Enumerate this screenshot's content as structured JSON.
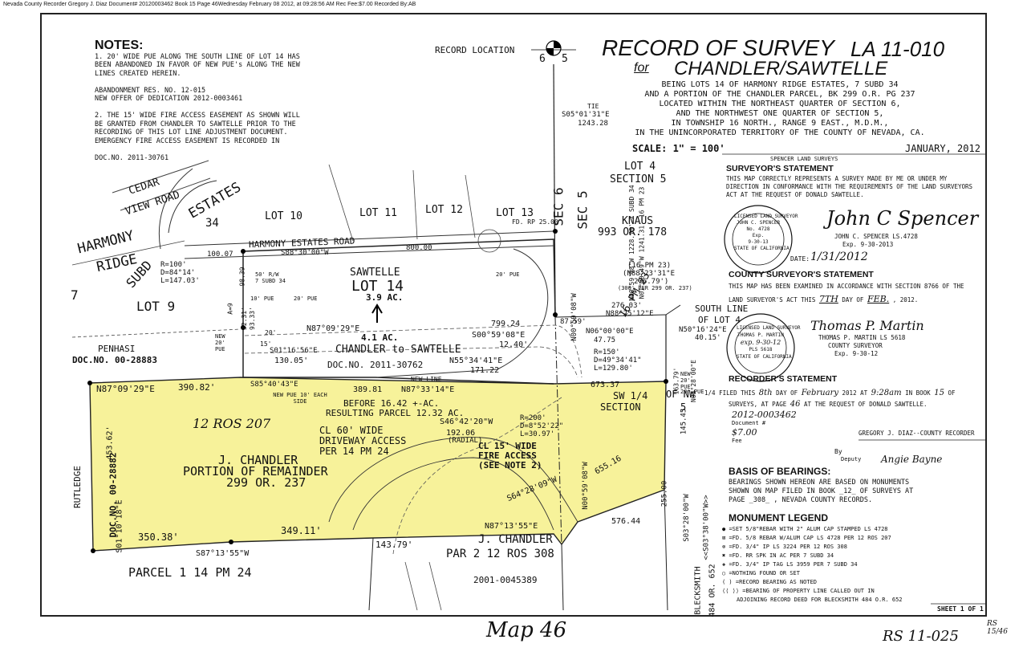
{
  "header_line": "Nevada County Recorder Gregory J. Diaz Document# 20120003462 Book 15 Page 46Wednesday February 08 2012, at 09:28:56 AM Rec Fee:$7.00 Recorded By:AB",
  "notes": {
    "title": "NOTES:",
    "lines": [
      "1. 20' WIDE PUE ALONG THE SOUTH LINE OF LOT 14 HAS",
      "BEEN ABANDONED IN FAVOR OF NEW PUE's ALONG THE NEW",
      "LINES CREATED HEREIN.",
      "",
      "ABANDONMENT RES. NO. 12-015",
      "NEW OFFER OF DEDICATION 2012-0003461",
      "",
      "2. THE 15' WIDE FIRE ACCESS EASEMENT AS SHOWN WILL",
      "BE GRANTED FROM CHANDLER TO SAWTELLE PRIOR TO THE",
      "RECORDING OF THIS LOT LINE ADJUSTMENT DOCUMENT.",
      "EMERGENCY FIRE ACCESS EASEMENT IS RECORDED IN",
      "",
      "DOC.NO. 2011-30761"
    ]
  },
  "record_location": "RECORD LOCATION",
  "sec_corner": [
    "6",
    "5"
  ],
  "title": {
    "main": "RECORD OF SURVEY",
    "code": "LA 11-010",
    "for": "for",
    "names": "CHANDLER/SAWTELLE",
    "desc": [
      "BEING LOTS 14 OF HARMONY RIDGE ESTATES, 7 SUBD 34",
      "AND A PORTION OF THE CHANDLER PARCEL, BK 299 O.R. PG 237",
      "LOCATED WITHIN THE NORTHEAST QUARTER OF SECTION 6,",
      "AND THE NORTHWEST ONE QUARTER OF SECTION 5,",
      "IN TOWNSHIP 16 NORTH., RANGE 9 EAST., M.D.M.,",
      "IN THE UNINCORPORATED TERRITORY OF THE COUNTY OF NEVADA, CA."
    ],
    "scale": "SCALE: 1\" = 100'",
    "date": "JANUARY, 2012",
    "firm": "SPENCER LAND SURVEYS"
  },
  "surveyor": {
    "heading": "SURVEYOR'S STATEMENT",
    "text": [
      "THIS MAP CORRECTLY REPRESENTS A SURVEY MADE BY ME OR UNDER MY",
      "DIRECTION IN CONFORMANCE WITH THE REQUIREMENTS OF THE LAND SURVEYORS",
      "ACT AT THE REQUEST OF DONALD SAWTELLE."
    ],
    "signature": "John C Spencer",
    "name": "JOHN C. SPENCER  LS.4728",
    "exp": "Exp. 9-30-2013",
    "date_label": "DATE:",
    "date_value": "1/31/2012",
    "seal": [
      "LICENSED LAND SURVEYOR",
      "JOHN C. SPENCER",
      "No. 4728",
      "Exp.",
      "9-30-13",
      "STATE OF CALIFORNIA"
    ]
  },
  "county": {
    "heading": "COUNTY SURVEYOR'S STATEMENT",
    "line1": "THIS MAP HAS BEEN EXAMINED IN ACCORDANCE WITH SECTION 8766 OF THE",
    "line2_a": "LAND SURVEYOR'S ACT THIS",
    "line2_day": "7TH",
    "line2_b": "DAY OF",
    "line2_month": "FEB.",
    "line2_c": ", 2012.",
    "signature": "Thomas P. Martin",
    "name": "THOMAS P. MARTIN LS 5618",
    "role": "COUNTY SURVEYOR",
    "exp": "Exp. 9-30-12",
    "seal": [
      "LICENSED LAND SURVEYOR",
      "THOMAS P. MARTIN",
      "PLS 5618",
      "STATE OF CALIFORNIA"
    ],
    "seal_date": "exp. 9-30-12"
  },
  "recorder": {
    "heading": "RECORDER'S STATEMENT",
    "l1a": "1/4",
    "l1b": "FILED THIS",
    "l1day": "8th",
    "l1c": "DAY OF",
    "l1month": "February",
    "l1d": "2012 AT",
    "l1time": "9:28am",
    "l1e": "IN BOOK",
    "l1book": "15",
    "l1f": "OF",
    "l2a": "SURVEYS, AT PAGE",
    "l2page": "46",
    "l2b": "AT THE REQUEST OF DONALD SAWTELLE.",
    "docnum": "2012-0003462",
    "doc_label": "Document #",
    "fee": "$7.00",
    "fee_label": "Fee",
    "recorder": "GREGORY J. DIAZ--COUNTY RECORDER",
    "by": "By",
    "deputy": "Deputy",
    "deputy_sig": "Angie Bayne"
  },
  "bearings": {
    "heading": "BASIS OF BEARINGS:",
    "lines": [
      "BEARINGS SHOWN HEREON ARE BASED ON MONUMENTS",
      "SHOWN ON MAP FILED IN BOOK _12_ OF SURVEYS AT",
      "PAGE _308_ , NEVADA COUNTY RECORDS."
    ]
  },
  "legend": {
    "heading": "MONUMENT LEGEND",
    "items": [
      "=SET 5/8\"REBAR WITH 2\" ALUM CAP STAMPED LS 4728",
      "=FD. 5/8 REBAR W/ALUM CAP LS 4728 PER 12 ROS 207",
      "=FD. 3/4\" IP LS 3224 PER 12 ROS 308",
      "=FD. RR SPK IN AC PER 7 SUBD 34",
      "=FD. 3/4\" IP TAG LS 3959 PER 7 SUBD 34",
      "=NOTHING FOUND OR SET",
      "=RECORD BEARING AS NOTED",
      "=BEARING OF PROPERTY LINE CALLED OUT IN",
      "ADJOINING RECORD DEED FOR BLECKSMITH 484 O.R. 652"
    ],
    "paren": "( )"
  },
  "sheet": "SHEET 1 OF 1",
  "bottom": {
    "map": "Map 46",
    "rs": "RS 11-025",
    "rs_small": "RS 15/46"
  },
  "map_labels": {
    "cedar": "CEDAR",
    "view_road": "VIEW ROAD",
    "estates": "ESTATES",
    "n34": "34",
    "harmony": "HARMONY",
    "ridge": "RIDGE",
    "subd": "SUBD",
    "lot10": "LOT 10",
    "lot11": "LOT 11",
    "lot12": "LOT 12",
    "lot13": "LOT 13",
    "lot9": "LOT 9",
    "n7": "7",
    "lot4": "LOT 4",
    "section5": "SECTION 5",
    "knaus": "KNAUS",
    "knaus_or": "993 OR. 178",
    "sec6": "SEC 6",
    "sec5": "SEC 5",
    "fdrp": "FD. RP 25.00'",
    "harmony_road": "HARMONY   ESTATES   ROAD",
    "road_len": "800.00",
    "road_brg": "S88°30'00\"W",
    "r100": "R=100'",
    "d84": "D=84°14'",
    "l147": "L=147.03'",
    "v100": "100.07",
    "sawtelle": "SAWTELLE",
    "lot14": "LOT 14",
    "ac39": "3.9 AC.",
    "ac41": "4.1 AC.",
    "chandler_to": "CHANDLER to SAWTELLE",
    "doc30762": "DOC.NO. 2011-30762",
    "rw50": "50' R/W",
    "subd34a": "7 SUBD 34",
    "pue10": "10' PUE",
    "pue20a": "20' PUE",
    "pue20b": "20' PUE",
    "pue20c": "20' PUE",
    "new20pue": "NEW 20' PUE",
    "new20pue2": "NEW 20' PUE",
    "n20": "20'",
    "n15": "15'",
    "n87_09": "N87°09'29\"E",
    "d799": "799.24",
    "s00_59": "S00°59'08\"E",
    "d1240": "12.40'",
    "s01_16": "S01°16'56\"E",
    "d13005": "130.05'",
    "penhasi": "PENHASI",
    "doc28883": "DOC.NO. 00-28883",
    "n55": "N55°34'41\"E",
    "d17122": "171.22",
    "n06": "N06°00'00\"E",
    "d4775": "47.75",
    "d8759": "87.59'",
    "r150": "R=150'",
    "d49": "D=49°34'41\"",
    "l129": "L=129.80'",
    "tie": "TIE",
    "s05_01": "S05°01'31\"E",
    "d124328": "1243.28",
    "n16pm23": "(16 PM 23)",
    "n88_23": "(N88°23'31\"E",
    "d27679": "276.79')",
    "pm29": "(300' PER 299 OR. 237)",
    "d27603": "276.03'",
    "n88_25": "N88°25'12\"E",
    "south_line": "SOUTH LINE",
    "of_lot4": "OF LOT 4",
    "n50": "N50°16'24\"E",
    "d4015": "40.15'",
    "n03_28": "N03°28'00\"E",
    "d16379": "163.79'",
    "new_line": "NEW LINE",
    "n87_33": "N87°33'14\"E",
    "d38981": "389.81",
    "d67337": "673.37",
    "n87_09b": "N87°09'29\"E",
    "d39082": "390.82'",
    "s85": "S85°40'43\"E",
    "new_pue_each": "NEW PUE 10' EACH SIDE",
    "before": "BEFORE 16.42 +-AC.",
    "resulting": "RESULTING PARCEL 12.32 AC.",
    "ros207": "12 ROS 207",
    "cl60": "CL 60' WIDE",
    "driveway": "DRIVEWAY ACCESS",
    "pm24": "PER 14 PM 24",
    "s46": "S46°42'20\"W",
    "d19206": "192.06",
    "radial": "(RADIAL)",
    "r200": "R=200'",
    "d8": "D=8°52'22\"",
    "l30": "L=30.97'",
    "cl15": "CL 15' WIDE",
    "fire": "FIRE ACCESS",
    "seenote": "(SEE NOTE 2)",
    "sw14": "SW 1/4",
    "ofnw": "OF NW",
    "section": "SECTION",
    "n5": "5",
    "d14545": "145.45",
    "d65516": "655.16",
    "s64": "S64°28'09\"W",
    "jchandler": "J. CHANDLER",
    "portion": "PORTION OF REMAINDER",
    "or237": "299 OR. 237",
    "n01_00": "N01°00'49\"W 1241.31' 16 PM 23",
    "n00_59": "N00°59'08\"W 1228.70' 7 SUBD 34",
    "n00_59b": "N00°59'08\"W",
    "n00_59c": "N00°59'08\"W",
    "s03_28": "S03°28'00\"W",
    "s03_38": "<<S03°38'00\"W>>",
    "d25500": "255.00",
    "n87_13": "N87°13'55\"E",
    "d57644": "576.44",
    "d35038": "350.38'",
    "d34911": "349.11'",
    "d14379": "143.79'",
    "s87_13": "S87°13'55\"W",
    "parcel1": "PARCEL 1  14 PM 24",
    "jchandler2": "J. CHANDLER",
    "par2": "PAR 2  12 ROS 308",
    "doc2001": "2001-0045389",
    "rutledge": "RUTLEDGE",
    "doc28882": "DOC.NO. 00-28882",
    "s01_10": "S01°10'18\"E",
    "d45362": "453.62'",
    "bleck": "BLECKSMITH",
    "bleck_or": "484 OR. 652",
    "d9839": "98.39",
    "d9333": "93.33'",
    "d3231": "32.31'",
    "a14": "A=9",
    "n16pm": "16 PM 23"
  }
}
